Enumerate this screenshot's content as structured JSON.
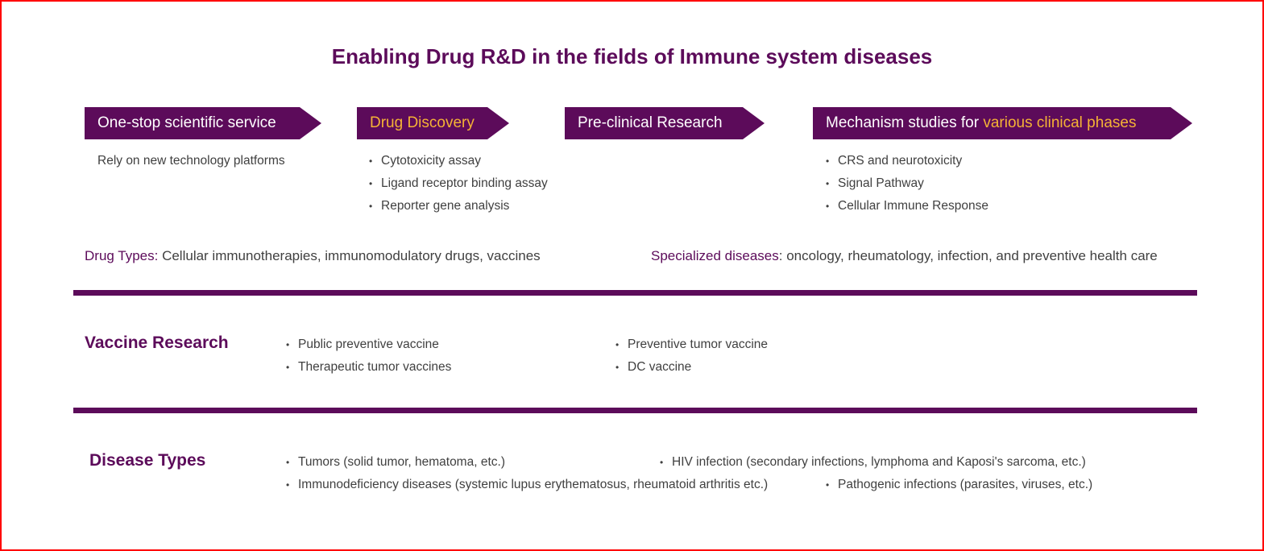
{
  "title": "Enabling Drug R&D in the fields of Immune system diseases",
  "stages": [
    {
      "label": "One-stop scientific service",
      "accent": ""
    },
    {
      "label": "",
      "accent": "Drug Discovery"
    },
    {
      "label": "Pre-clinical Research",
      "accent": ""
    },
    {
      "label": "Mechanism studies for ",
      "accent": "various clinical phases"
    }
  ],
  "stage_details": {
    "service_text": "Rely on new technology platforms",
    "discovery_items": [
      "Cytotoxicity assay",
      "Ligand receptor binding assay",
      "Reporter gene analysis"
    ],
    "mechanism_items": [
      "CRS and neurotoxicity",
      "Signal Pathway",
      "Cellular Immune Response"
    ]
  },
  "drug_types": {
    "label": "Drug Types",
    "sep": ": ",
    "value": "Cellular immunotherapies, immunomodulatory drugs, vaccines"
  },
  "specialized": {
    "label": "Specialized diseases",
    "sep": ": ",
    "value": "oncology, rheumatology, infection, and preventive health care"
  },
  "vaccine": {
    "heading": "Vaccine Research",
    "col1": [
      "Public preventive vaccine",
      "Therapeutic tumor vaccines"
    ],
    "col2": [
      "Preventive tumor vaccine",
      "DC vaccine"
    ]
  },
  "disease": {
    "heading": "Disease Types",
    "items": [
      "Tumors (solid tumor, hematoma, etc.)",
      "HIV infection (secondary infections, lymphoma and Kaposi's sarcoma, etc.)",
      "Immunodeficiency diseases (systemic lupus erythematosus, rheumatoid arthritis etc.)",
      "Pathogenic infections (parasites, viruses, etc.)"
    ]
  },
  "colors": {
    "brand": "#5c0b5a",
    "accent": "#f5b335",
    "frame": "#ff0000",
    "text": "#404040"
  }
}
